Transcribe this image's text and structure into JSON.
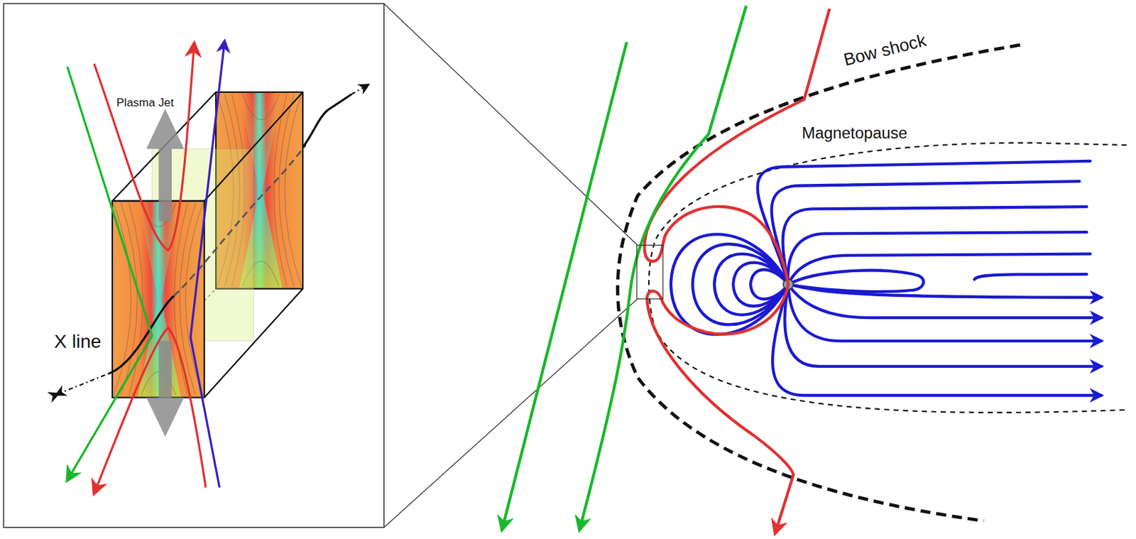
{
  "diagram": {
    "labels": [
      "Plasma Jet",
      "X line",
      "Bow shock",
      "Magnetopause"
    ]
  }
}
